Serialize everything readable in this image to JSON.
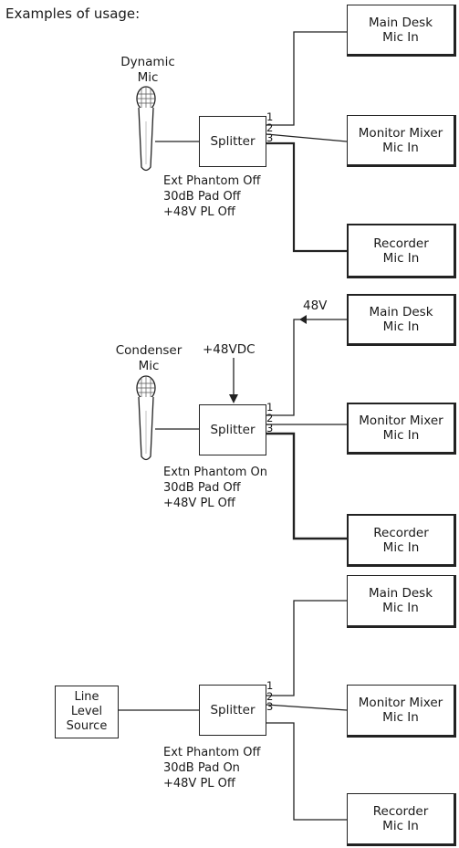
{
  "title": "Examples of usage:",
  "examples": [
    {
      "source_label": [
        "Dynamic",
        "Mic"
      ],
      "splitter": "Splitter",
      "ports": [
        "1",
        "2",
        "3"
      ],
      "notes": [
        "Ext Phantom Off",
        "30dB Pad Off",
        "+48V PL Off"
      ],
      "dest": [
        {
          "l1": "Main Desk",
          "l2": "Mic In"
        },
        {
          "l1": "Monitor Mixer",
          "l2": "Mic In"
        },
        {
          "l1": "Recorder",
          "l2": "Mic In"
        }
      ]
    },
    {
      "source_label": [
        "Condenser",
        "Mic"
      ],
      "power_label": "+48VDC",
      "phantom_label": "48V",
      "splitter": "Splitter",
      "ports": [
        "1",
        "2",
        "3"
      ],
      "notes": [
        "Extn Phantom On",
        "30dB Pad Off",
        "+48V PL Off"
      ],
      "dest": [
        {
          "l1": "Main Desk",
          "l2": "Mic In"
        },
        {
          "l1": "Monitor Mixer",
          "l2": "Mic In"
        },
        {
          "l1": "Recorder",
          "l2": "Mic In"
        }
      ]
    },
    {
      "source_box": [
        "Line",
        "Level",
        "Source"
      ],
      "splitter": "Splitter",
      "ports": [
        "1",
        "2",
        "3"
      ],
      "notes": [
        "Ext Phantom Off",
        "30dB Pad On",
        "+48V PL Off"
      ],
      "dest": [
        {
          "l1": "Main Desk",
          "l2": "Mic In"
        },
        {
          "l1": "Monitor Mixer",
          "l2": "Mic In"
        },
        {
          "l1": "Recorder",
          "l2": "Mic In"
        }
      ]
    }
  ]
}
